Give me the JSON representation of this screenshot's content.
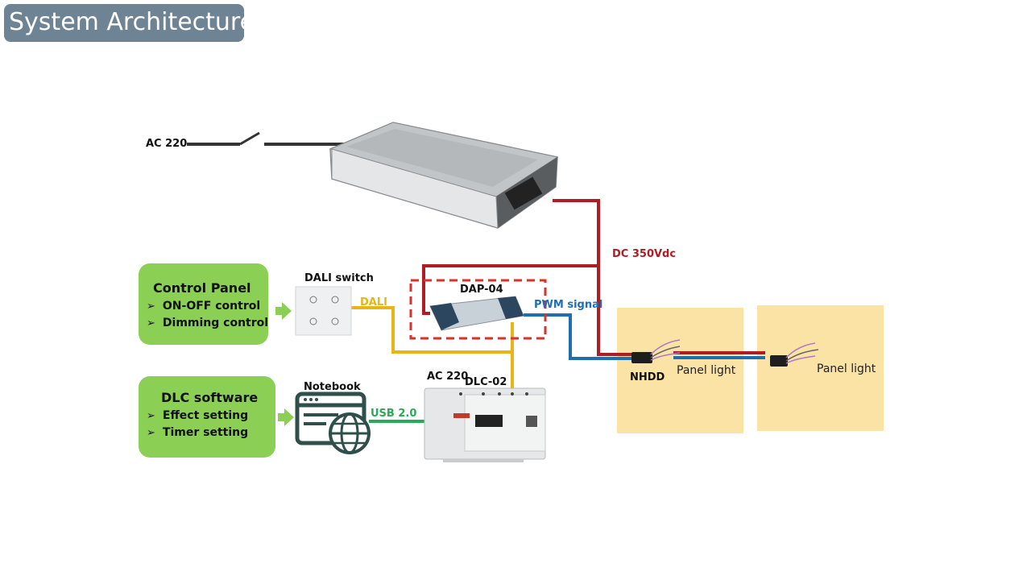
{
  "title": "System Architecture",
  "labels": {
    "ac220_top": "AC 220",
    "dc_voltage": "DC 350Vdc",
    "dali_switch": "DALI switch",
    "dali": "DALI",
    "dap04": "DAP-04",
    "pwm_signal": "PWM signal",
    "notebook": "Notebook",
    "usb": "USB 2.0",
    "ac220_dlc": "AC 220",
    "dlc02": "DLC-02",
    "nhdd": "NHDD",
    "panel_light_1": "Panel light",
    "panel_light_2": "Panel light"
  },
  "control_panel": {
    "title": "Control Panel",
    "items": [
      "ON-OFF control",
      "Dimming control"
    ]
  },
  "dlc_software": {
    "title": "DLC software",
    "items": [
      "Effect setting",
      "Timer setting"
    ]
  },
  "colors": {
    "dc_wire": "#b01c22",
    "pwm_wire": "#1f6fb0",
    "dali_wire": "#e8b517",
    "usb_wire": "#2aa957",
    "green_box": "#8ccf55",
    "panel_area": "#fbe2a5",
    "title_bg": "#6e8393"
  }
}
